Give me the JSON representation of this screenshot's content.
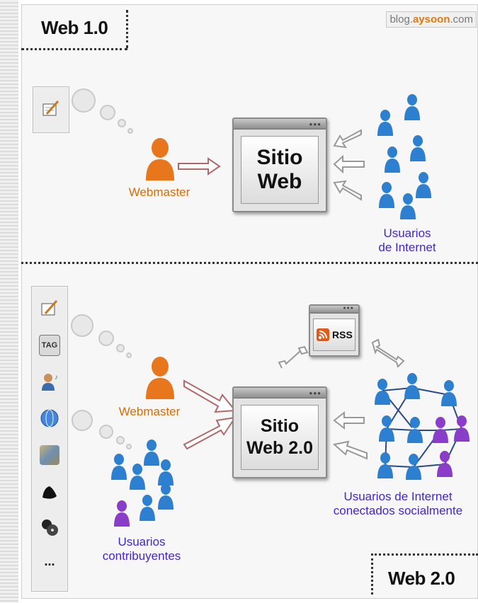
{
  "brand": {
    "prefix": "blog.",
    "accent": "aysoon",
    "suffix": ".com"
  },
  "web1": {
    "label": "Web 1.0",
    "webmaster": "Webmaster",
    "site": [
      "Sitio",
      "Web"
    ],
    "users": [
      "Usuarios",
      "de Internet"
    ]
  },
  "web2": {
    "label": "Web 2.0",
    "webmaster": "Webmaster",
    "site": [
      "Sitio",
      "Web 2.0"
    ],
    "rss": "RSS",
    "users_social": [
      "Usuarios de Internet",
      "conectados socialmente"
    ],
    "contributors": [
      "Usuarios",
      "contribuyentes"
    ],
    "tools": [
      {
        "icon": "pencil-notepad-icon"
      },
      {
        "icon": "tag-icon",
        "text": "TAG"
      },
      {
        "icon": "person-music-icon"
      },
      {
        "icon": "globe-icon"
      },
      {
        "icon": "map-icon"
      },
      {
        "icon": "shoe-icon"
      },
      {
        "icon": "film-reel-icon"
      },
      {
        "icon": "more-icon",
        "text": "..."
      }
    ]
  },
  "colors": {
    "webmaster": "#e8761c",
    "user_blue": "#2d7fd0",
    "user_purple": "#8a3dc8",
    "caption_orange": "#d36d0c",
    "caption_blue": "#4526c8",
    "rss_orange": "#e05a1a"
  }
}
